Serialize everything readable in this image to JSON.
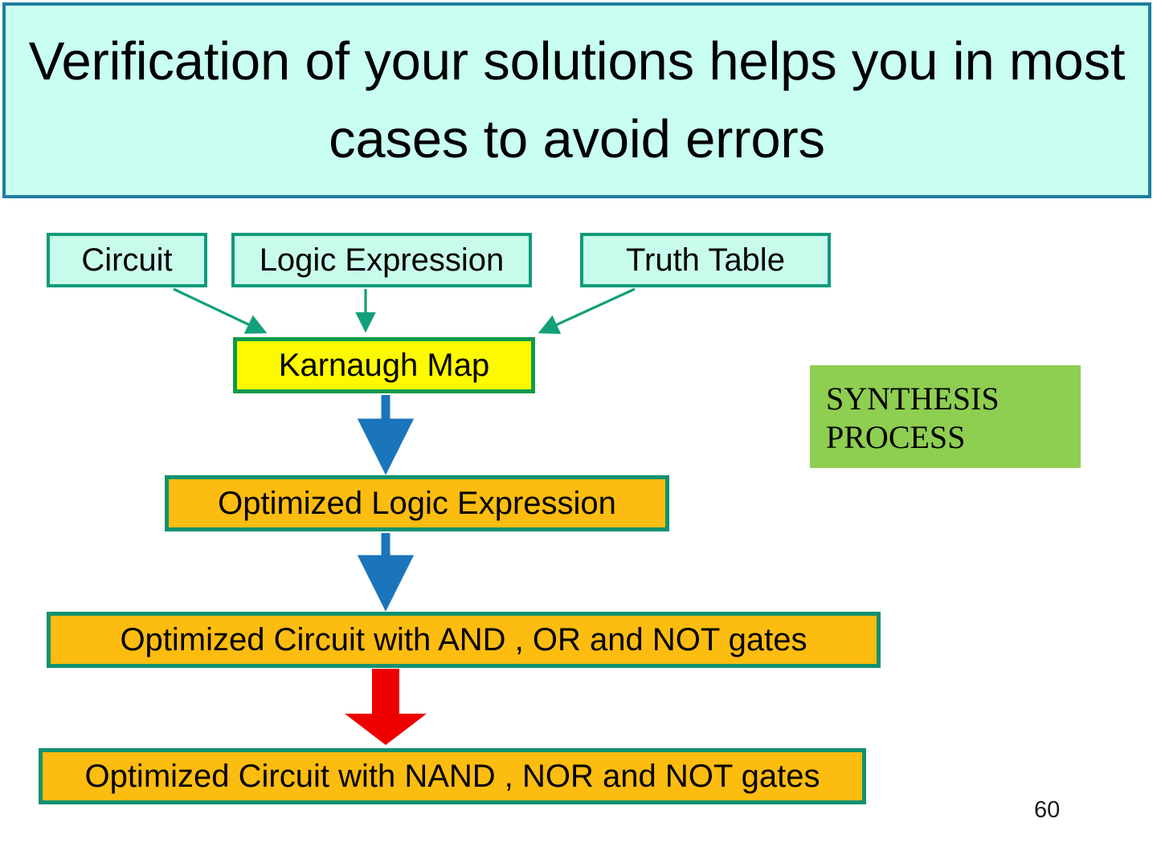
{
  "slide": {
    "page_number": "60",
    "title": "Verification of your solutions helps you in most cases to avoid errors"
  },
  "colors": {
    "title_fill": "#c8fff0",
    "title_border": "#1d7fa0",
    "source_fill": "#c8fbec",
    "source_border": "#0f9b7a",
    "kmap_fill": "#fcf900",
    "kmap_border": "#0f9b4a",
    "optimized_fill": "#fdbc10",
    "optimized_border": "#12926f",
    "synthesis_fill": "#8ece50",
    "arrow_green": "#12a07a",
    "arrow_blue": "#1b75bb",
    "arrow_red": "#ee0000"
  },
  "diagram": {
    "sources": [
      {
        "id": "circuit",
        "label": "Circuit"
      },
      {
        "id": "logic-expression",
        "label": "Logic Expression"
      },
      {
        "id": "truth-table",
        "label": "Truth Table"
      }
    ],
    "karnaugh_map": {
      "label": "Karnaugh Map"
    },
    "optimized_logic": {
      "label": "Optimized Logic Expression"
    },
    "optimized_and_or_not": {
      "label": "Optimized Circuit with AND , OR and NOT gates"
    },
    "optimized_nand_nor_not": {
      "label": "Optimized Circuit with NAND , NOR and NOT gates"
    },
    "synthesis_label_line1": "SYNTHESIS",
    "synthesis_label_line2": "PROCESS"
  }
}
